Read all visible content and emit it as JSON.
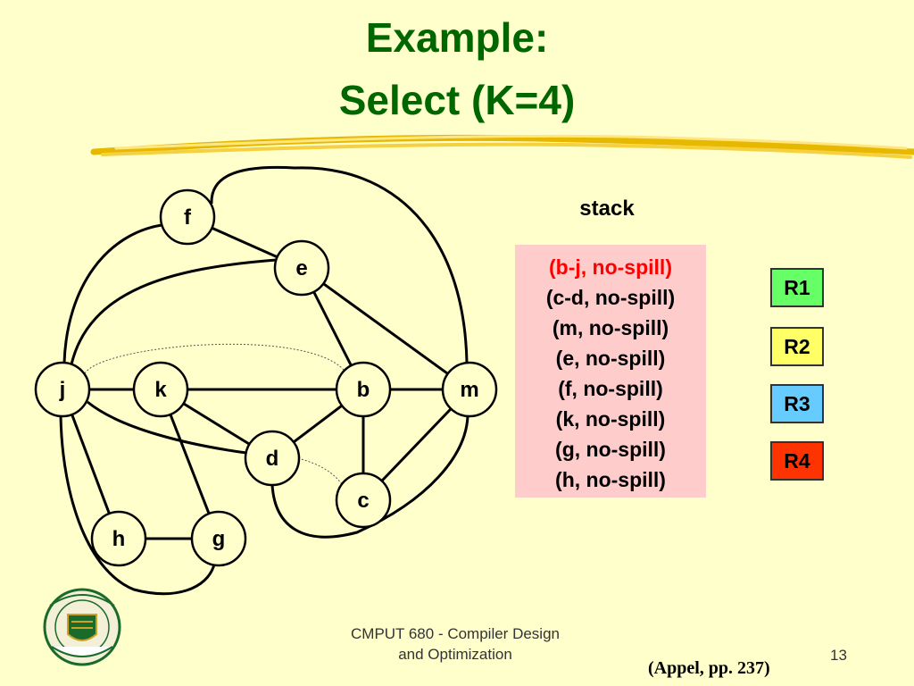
{
  "title": {
    "line1": "Example:",
    "line2": "Select (K=4)"
  },
  "graph": {
    "nodes": [
      {
        "id": "f",
        "label": "f"
      },
      {
        "id": "e",
        "label": "e"
      },
      {
        "id": "j",
        "label": "j"
      },
      {
        "id": "k",
        "label": "k"
      },
      {
        "id": "b",
        "label": "b"
      },
      {
        "id": "m",
        "label": "m"
      },
      {
        "id": "d",
        "label": "d"
      },
      {
        "id": "c",
        "label": "c"
      },
      {
        "id": "h",
        "label": "h"
      },
      {
        "id": "g",
        "label": "g"
      }
    ],
    "interference_edges": [
      [
        "f",
        "e"
      ],
      [
        "f",
        "j"
      ],
      [
        "f",
        "m"
      ],
      [
        "e",
        "j"
      ],
      [
        "e",
        "b"
      ],
      [
        "e",
        "m"
      ],
      [
        "j",
        "k"
      ],
      [
        "j",
        "d"
      ],
      [
        "j",
        "h"
      ],
      [
        "j",
        "g"
      ],
      [
        "k",
        "b"
      ],
      [
        "k",
        "d"
      ],
      [
        "k",
        "g"
      ],
      [
        "b",
        "m"
      ],
      [
        "b",
        "c"
      ],
      [
        "b",
        "d"
      ],
      [
        "m",
        "c"
      ],
      [
        "m",
        "d"
      ],
      [
        "h",
        "g"
      ]
    ],
    "move_edges": [
      [
        "j",
        "b"
      ],
      [
        "d",
        "c"
      ]
    ]
  },
  "stack": {
    "label": "stack",
    "entries": [
      "(b-j, no-spill)",
      "(c-d, no-spill)",
      "(m, no-spill)",
      "(e, no-spill)",
      "(f, no-spill)",
      "(k, no-spill)",
      "(g, no-spill)",
      "(h, no-spill)"
    ],
    "highlight_color": "#ff0000"
  },
  "registers": [
    {
      "label": "R1",
      "color": "#66ff66"
    },
    {
      "label": "R2",
      "color": "#ffff66"
    },
    {
      "label": "R3",
      "color": "#66ccff"
    },
    {
      "label": "R4",
      "color": "#ff3300"
    }
  ],
  "footer": {
    "course_line1": "CMPUT 680 - Compiler Design",
    "course_line2": "and Optimization",
    "page_number": "13",
    "citation": "(Appel, pp. 237)"
  },
  "colors": {
    "title": "#006600",
    "background": "#ffffcc",
    "stack_bg": "#ffcccc"
  }
}
